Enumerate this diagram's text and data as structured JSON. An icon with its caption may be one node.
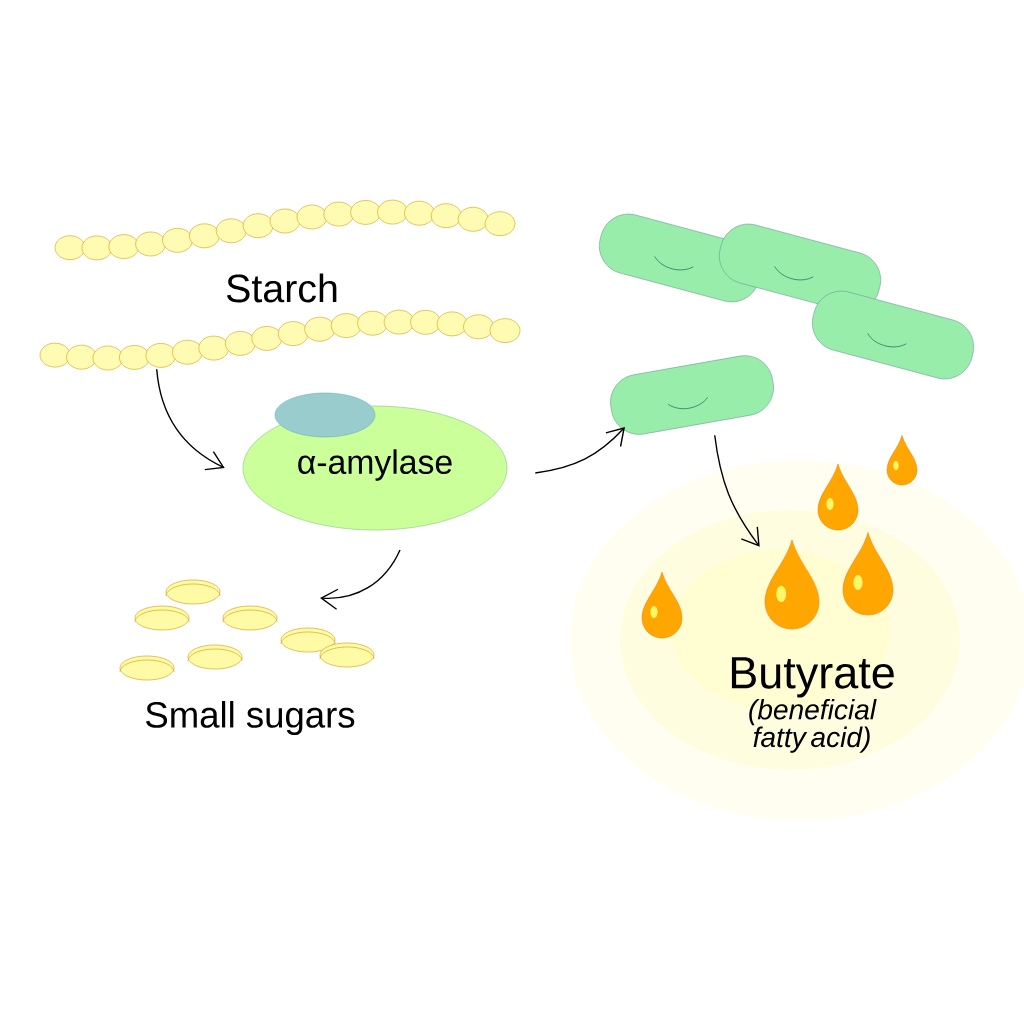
{
  "diagram": {
    "nodes": [
      {
        "text": [
          "Starch"
        ]
      },
      {
        "text": [
          "α-amylase"
        ]
      },
      {
        "text": [
          "Small sugars"
        ]
      },
      {
        "text": [],
        "shape": "picture"
      },
      {
        "text": [
          "Butyrate",
          "(beneficial fatty acid)"
        ]
      }
    ],
    "edges": [
      {
        "from": 0,
        "to": 1,
        "arrow": "to"
      },
      {
        "from": 1,
        "to": 2,
        "arrow": "to"
      },
      {
        "from": 1,
        "to": 3,
        "arrow": "to"
      },
      {
        "from": 3,
        "to": 4,
        "arrow": "to"
      }
    ]
  }
}
